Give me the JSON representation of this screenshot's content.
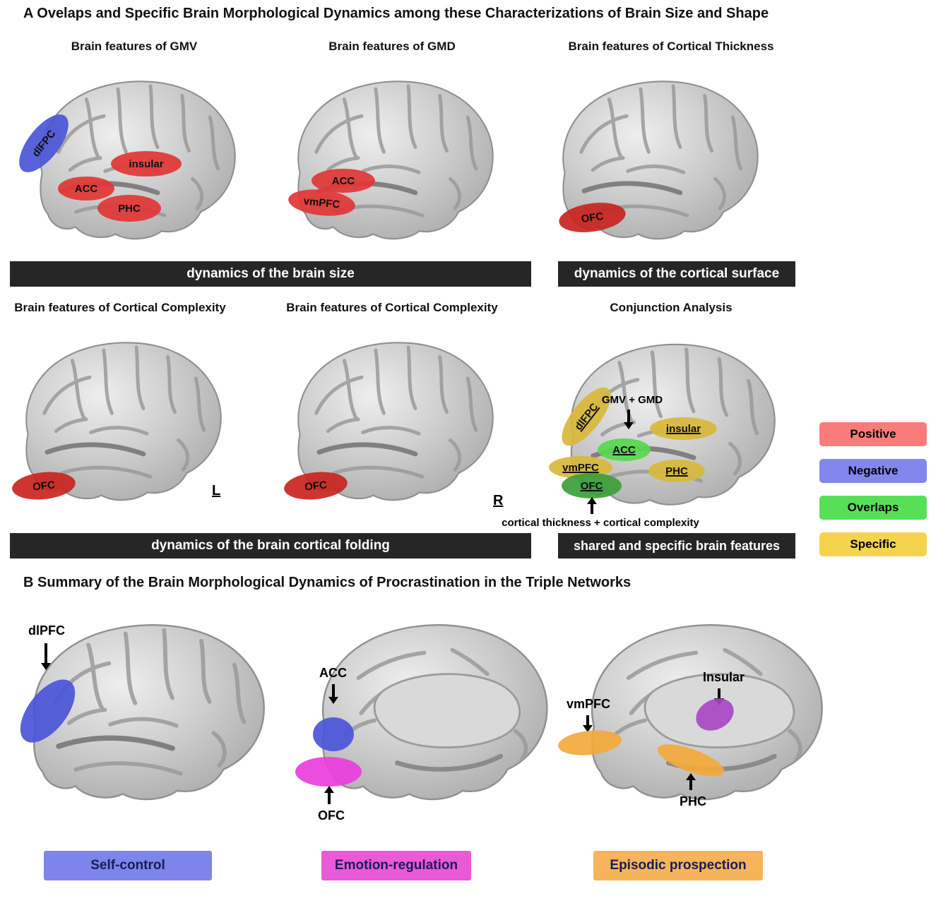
{
  "section_a": {
    "heading": "A  Ovelaps and Specific Brain Morphological Dynamics among these Characterizations of Brain Size and Shape",
    "panel_titles": [
      "Brain features of GMV",
      "Brain features of GMD",
      "Brain features of Cortical Thickness",
      "Brain features of Cortical Complexity",
      "Brain features of Cortical Complexity",
      "Conjunction Analysis"
    ],
    "bars": [
      "dynamics of the brain size",
      "dynamics of the cortical surface",
      "dynamics of the brain cortical folding",
      "shared and specific brain features"
    ],
    "hemisphere_labels": {
      "left": "L",
      "right": "R"
    },
    "conjunction": {
      "top_annotation": "GMV + GMD",
      "bottom_annotation": "cortical thickness + cortical complexity"
    },
    "regions": {
      "gmv": [
        {
          "label": "dlFPC",
          "color": "#4a55d8"
        },
        {
          "label": "ACC",
          "color": "#e23636"
        },
        {
          "label": "insular",
          "color": "#e23636"
        },
        {
          "label": "PHC",
          "color": "#e23636"
        }
      ],
      "gmd": [
        {
          "label": "ACC",
          "color": "#e23636"
        },
        {
          "label": "vmPFC",
          "color": "#e23636"
        }
      ],
      "thickness": [
        {
          "label": "OFC",
          "color": "#c9251f"
        }
      ],
      "complexity_l": [
        {
          "label": "OFC",
          "color": "#c9251f"
        }
      ],
      "complexity_r": [
        {
          "label": "OFC",
          "color": "#c9251f"
        }
      ],
      "conjunction": [
        {
          "label": "dlFPC",
          "color": "#d8b93a"
        },
        {
          "label": "insular",
          "color": "#d8b93a"
        },
        {
          "label": "ACC",
          "color": "#57d84e"
        },
        {
          "label": "vmPFC",
          "color": "#d8b93a"
        },
        {
          "label": "PHC",
          "color": "#d8b93a"
        },
        {
          "label": "OFC",
          "color": "#3aa03b"
        }
      ]
    },
    "legend": [
      {
        "label": "Positive",
        "color": "#fb7b7b"
      },
      {
        "label": "Negative",
        "color": "#8187ec"
      },
      {
        "label": "Overlaps",
        "color": "#57e057"
      },
      {
        "label": "Specific",
        "color": "#f4d44d"
      }
    ]
  },
  "section_b": {
    "heading": "B  Summary of the Brain Morphological Dynamics of Procrastination in the Triple Networks",
    "regions": {
      "self_control": [
        {
          "label": "dlPFC",
          "color": "#4a55d8"
        }
      ],
      "emotion": [
        {
          "label": "ACC",
          "color": "#4a55d8"
        },
        {
          "label": "OFC",
          "color": "#ea3ddd"
        }
      ],
      "prospection": [
        {
          "label": "vmPFC",
          "color": "#f2a93c"
        },
        {
          "label": "Insular",
          "color": "#a848c4"
        },
        {
          "label": "PHC",
          "color": "#f2a93c"
        }
      ]
    },
    "network_boxes": [
      {
        "label": "Self-control",
        "color": "#7d85ea"
      },
      {
        "label": "Emotion-regulation",
        "color": "#e95ad8"
      },
      {
        "label": "Episodic prospection",
        "color": "#f5b45b"
      }
    ]
  }
}
